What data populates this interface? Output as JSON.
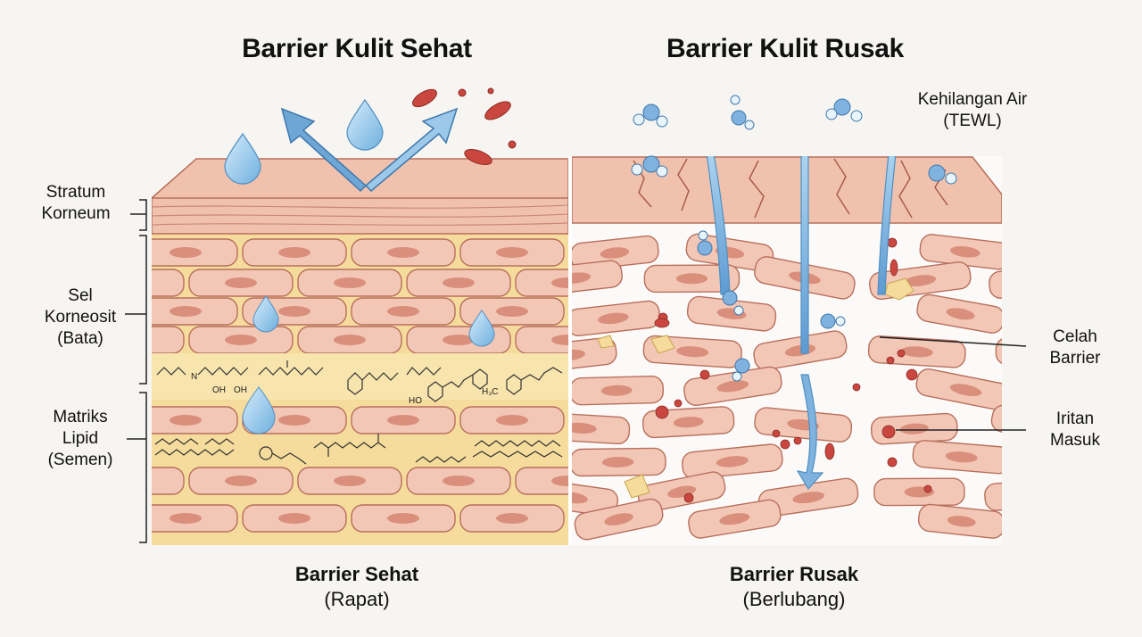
{
  "titles": {
    "left": "Barrier Kulit Sehat",
    "right": "Barrier Kulit Rusak"
  },
  "left_labels": {
    "stratum": "Stratum Korneum",
    "sel_line1": "Sel",
    "sel_line2": "Korneosit",
    "sel_line3": "(Bata)",
    "matriks_line1": "Matriks",
    "matriks_line2": "Lipid",
    "matriks_line3": "(Semen)"
  },
  "right_labels": {
    "water_line1": "Kehilangan Air",
    "water_line2": "(TEWL)",
    "celah_line1": "Celah",
    "celah_line2": "Barrier",
    "iritan_line1": "Iritan",
    "iritan_line2": "Masuk"
  },
  "captions": {
    "left_main": "Barrier Sehat",
    "left_sub": "(Rapat)",
    "right_main": "Barrier Rusak",
    "right_sub": "(Berlubang)"
  },
  "lipid_text": {
    "oh1": "OH",
    "oh2": "OH",
    "n": "N",
    "ho": "HO",
    "h3c": "H₃C"
  },
  "colors": {
    "background": "#f7f5f1",
    "cell_fill": "#f3c7b6",
    "cell_stroke": "#b86f5c",
    "nucleus": "#d98f7c",
    "lipid": "#f6dc9c",
    "water": "#8fc3e8",
    "arrow": "#6ea6d6",
    "bacteria": "#c9473f"
  }
}
